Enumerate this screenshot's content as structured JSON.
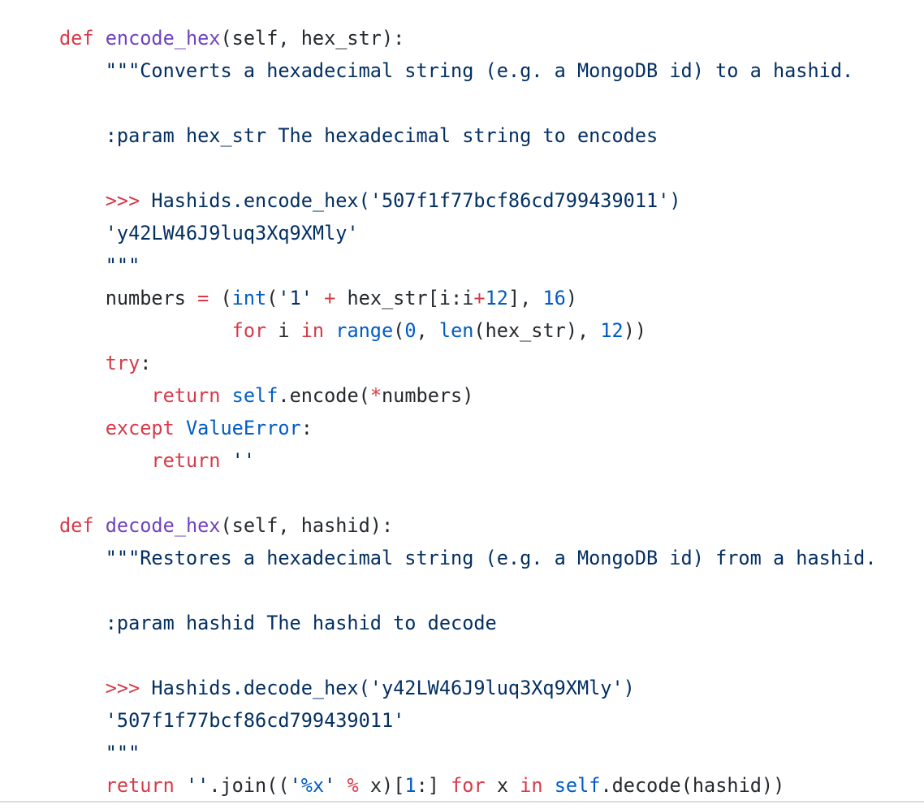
{
  "colors": {
    "keyword": "#d73a49",
    "function": "#6f42c1",
    "builtin": "#005cc5",
    "string": "#032f62",
    "text": "#24292e",
    "border": "#dcdcdc"
  },
  "code": {
    "language": "python",
    "lines": [
      {
        "tokens": [
          {
            "c": "k",
            "v": "def"
          },
          {
            "c": "t",
            "v": " "
          },
          {
            "c": "f",
            "v": "encode_hex"
          },
          {
            "c": "t",
            "v": "(self, hex_str):"
          }
        ]
      },
      {
        "tokens": [
          {
            "c": "t",
            "v": "    "
          },
          {
            "c": "s",
            "v": "\"\"\"Converts a hexadecimal string (e.g. a MongoDB id) to a hashid."
          }
        ]
      },
      {
        "tokens": [
          {
            "c": "s",
            "v": ""
          }
        ]
      },
      {
        "tokens": [
          {
            "c": "t",
            "v": "    "
          },
          {
            "c": "s",
            "v": ":param hex_str The hexadecimal string to encodes"
          }
        ]
      },
      {
        "tokens": [
          {
            "c": "s",
            "v": ""
          }
        ]
      },
      {
        "tokens": [
          {
            "c": "t",
            "v": "    "
          },
          {
            "c": "k",
            "v": ">>>"
          },
          {
            "c": "s",
            "v": " Hashids.encode_hex('507f1f77bcf86cd799439011')"
          }
        ]
      },
      {
        "tokens": [
          {
            "c": "t",
            "v": "    "
          },
          {
            "c": "s",
            "v": "'y42LW46J9luq3Xq9XMly'"
          }
        ]
      },
      {
        "tokens": [
          {
            "c": "t",
            "v": "    "
          },
          {
            "c": "s",
            "v": "\"\"\""
          }
        ]
      },
      {
        "tokens": [
          {
            "c": "t",
            "v": "    numbers "
          },
          {
            "c": "k",
            "v": "="
          },
          {
            "c": "t",
            "v": " ("
          },
          {
            "c": "b",
            "v": "int"
          },
          {
            "c": "t",
            "v": "("
          },
          {
            "c": "s",
            "v": "'1'"
          },
          {
            "c": "t",
            "v": " "
          },
          {
            "c": "k",
            "v": "+"
          },
          {
            "c": "t",
            "v": " hex_str[i:i"
          },
          {
            "c": "k",
            "v": "+"
          },
          {
            "c": "b",
            "v": "12"
          },
          {
            "c": "t",
            "v": "], "
          },
          {
            "c": "b",
            "v": "16"
          },
          {
            "c": "t",
            "v": ")"
          }
        ]
      },
      {
        "tokens": [
          {
            "c": "t",
            "v": "               "
          },
          {
            "c": "k",
            "v": "for"
          },
          {
            "c": "t",
            "v": " i "
          },
          {
            "c": "k",
            "v": "in"
          },
          {
            "c": "t",
            "v": " "
          },
          {
            "c": "b",
            "v": "range"
          },
          {
            "c": "t",
            "v": "("
          },
          {
            "c": "b",
            "v": "0"
          },
          {
            "c": "t",
            "v": ", "
          },
          {
            "c": "b",
            "v": "len"
          },
          {
            "c": "t",
            "v": "(hex_str), "
          },
          {
            "c": "b",
            "v": "12"
          },
          {
            "c": "t",
            "v": "))"
          }
        ]
      },
      {
        "tokens": [
          {
            "c": "t",
            "v": "    "
          },
          {
            "c": "k",
            "v": "try"
          },
          {
            "c": "t",
            "v": ":"
          }
        ]
      },
      {
        "tokens": [
          {
            "c": "t",
            "v": "        "
          },
          {
            "c": "k",
            "v": "return"
          },
          {
            "c": "t",
            "v": " "
          },
          {
            "c": "b",
            "v": "self"
          },
          {
            "c": "t",
            "v": ".encode("
          },
          {
            "c": "k",
            "v": "*"
          },
          {
            "c": "t",
            "v": "numbers)"
          }
        ]
      },
      {
        "tokens": [
          {
            "c": "t",
            "v": "    "
          },
          {
            "c": "k",
            "v": "except"
          },
          {
            "c": "t",
            "v": " "
          },
          {
            "c": "b",
            "v": "ValueError"
          },
          {
            "c": "t",
            "v": ":"
          }
        ]
      },
      {
        "tokens": [
          {
            "c": "t",
            "v": "        "
          },
          {
            "c": "k",
            "v": "return"
          },
          {
            "c": "t",
            "v": " "
          },
          {
            "c": "s",
            "v": "''"
          }
        ]
      },
      {
        "tokens": [
          {
            "c": "t",
            "v": ""
          }
        ]
      },
      {
        "tokens": [
          {
            "c": "k",
            "v": "def"
          },
          {
            "c": "t",
            "v": " "
          },
          {
            "c": "f",
            "v": "decode_hex"
          },
          {
            "c": "t",
            "v": "(self, hashid):"
          }
        ]
      },
      {
        "tokens": [
          {
            "c": "t",
            "v": "    "
          },
          {
            "c": "s",
            "v": "\"\"\"Restores a hexadecimal string (e.g. a MongoDB id) from a hashid."
          }
        ]
      },
      {
        "tokens": [
          {
            "c": "s",
            "v": ""
          }
        ]
      },
      {
        "tokens": [
          {
            "c": "t",
            "v": "    "
          },
          {
            "c": "s",
            "v": ":param hashid The hashid to decode"
          }
        ]
      },
      {
        "tokens": [
          {
            "c": "s",
            "v": ""
          }
        ]
      },
      {
        "tokens": [
          {
            "c": "t",
            "v": "    "
          },
          {
            "c": "k",
            "v": ">>>"
          },
          {
            "c": "s",
            "v": " Hashids.decode_hex('y42LW46J9luq3Xq9XMly')"
          }
        ]
      },
      {
        "tokens": [
          {
            "c": "t",
            "v": "    "
          },
          {
            "c": "s",
            "v": "'507f1f77bcf86cd799439011'"
          }
        ]
      },
      {
        "tokens": [
          {
            "c": "t",
            "v": "    "
          },
          {
            "c": "s",
            "v": "\"\"\""
          }
        ]
      },
      {
        "tokens": [
          {
            "c": "t",
            "v": "    "
          },
          {
            "c": "k",
            "v": "return"
          },
          {
            "c": "t",
            "v": " "
          },
          {
            "c": "s",
            "v": "''"
          },
          {
            "c": "t",
            "v": ".join(("
          },
          {
            "c": "s",
            "v": "'"
          },
          {
            "c": "b",
            "v": "%x"
          },
          {
            "c": "s",
            "v": "'"
          },
          {
            "c": "t",
            "v": " "
          },
          {
            "c": "k",
            "v": "%"
          },
          {
            "c": "t",
            "v": " x)["
          },
          {
            "c": "b",
            "v": "1"
          },
          {
            "c": "t",
            "v": ":] "
          },
          {
            "c": "k",
            "v": "for"
          },
          {
            "c": "t",
            "v": " x "
          },
          {
            "c": "k",
            "v": "in"
          },
          {
            "c": "t",
            "v": " "
          },
          {
            "c": "b",
            "v": "self"
          },
          {
            "c": "t",
            "v": ".decode(hashid))"
          }
        ]
      }
    ]
  }
}
